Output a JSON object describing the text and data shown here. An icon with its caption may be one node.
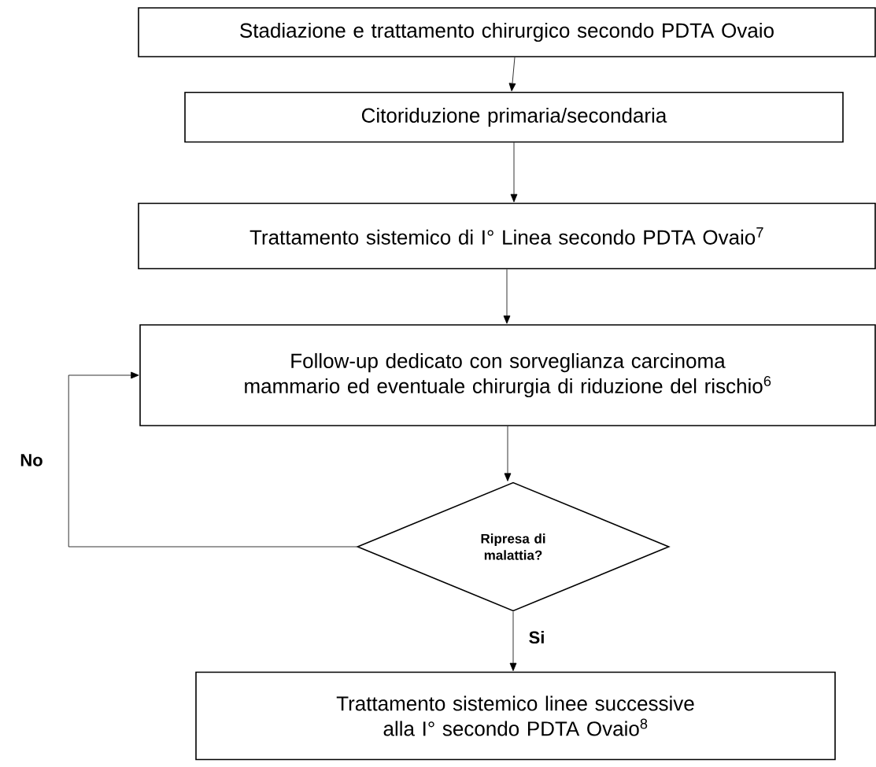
{
  "diagram": {
    "nodes": [
      {
        "text": [
          "Stadiazione e trattamento chirurgico secondo PDTA Ovaio"
        ]
      },
      {
        "text": [
          "Citoriduzione primaria/secondaria"
        ]
      },
      {
        "text": [
          "Trattamento sistemico di I° Linea secondo PDTA Ovaio$^{7}$"
        ]
      },
      {
        "text": [
          "Follow-up dedicato con sorveglianza carcinoma mammario ed eventuale chirurgia di riduzione del rischio$^{6}$"
        ]
      },
      {
        "text": [
          "Ripresa di malattia?"
        ]
      },
      {
        "text": [
          "Trattamento sistemico linee successive alla I° secondo PDTA Ovaio$^{8}$"
        ]
      }
    ],
    "edges": [
      {
        "from": 0,
        "to": 1,
        "arrow": "to"
      },
      {
        "from": 1,
        "to": 2,
        "arrow": "to"
      },
      {
        "from": 2,
        "to": 3,
        "arrow": "to"
      },
      {
        "from": 3,
        "to": 4,
        "arrow": "to"
      },
      {
        "from": 4,
        "to": 5,
        "arrow": "to",
        "label": "Si"
      },
      {
        "from": 4,
        "to": 3,
        "arrow": "to",
        "label": "No"
      }
    ]
  }
}
